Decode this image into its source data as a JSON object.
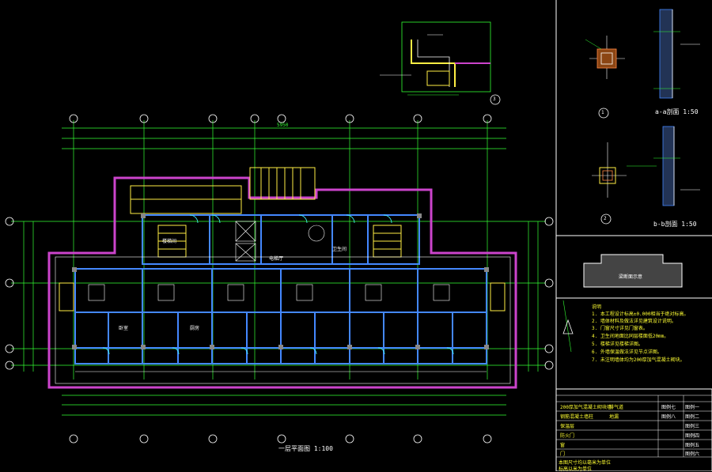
{
  "main_plan": {
    "title": "一层平面图",
    "scale": "1:100",
    "overall_dimension": "5950",
    "room_labels": [
      "楼梯间",
      "电梯厅",
      "卫生间",
      "卧室",
      "厨房"
    ]
  },
  "details": {
    "detail_3": {
      "number": "3"
    },
    "detail_1": {
      "number": "1"
    },
    "detail_2": {
      "number": "2"
    },
    "section_a": {
      "title": "a-a剖面 1:50"
    },
    "section_b": {
      "title": "b-b剖面 1:50"
    },
    "beam_section": {
      "label": "梁断面示意"
    }
  },
  "notes": {
    "heading": "说明",
    "lines": [
      "1. 本工程设计标高±0.000相当于绝对标高。",
      "2. 墙体材料及做法详见建筑设计说明。",
      "3. 门窗尺寸详见门窗表。",
      "4. 卫生间地面比同层楼面低20mm。",
      "5. 楼梯详见楼梯详图。",
      "6. 外墙保温做法详见节点详图。",
      "7. 未注明墙体均为200厚加气混凝土砌块。"
    ]
  },
  "legend": {
    "rows": [
      {
        "desc": "200厚加气混凝土砌块墙",
        "code": "图例一"
      },
      {
        "desc": "钢筋混凝土墙柱",
        "code": "图例二"
      },
      {
        "desc": "保温层",
        "code": "图例三"
      },
      {
        "desc": "防火门",
        "code": "图例四"
      },
      {
        "desc": "窗",
        "code": "图例五"
      },
      {
        "desc": "门",
        "code": "图例六"
      },
      {
        "desc": "排气道",
        "code": "图例七"
      },
      {
        "desc": "地漏",
        "code": "图例八"
      }
    ],
    "footer": [
      "本图尺寸均以毫米为单位",
      "标高以米为单位"
    ]
  },
  "colors": {
    "background": "#000000",
    "dim": "#33ff33",
    "wall": "#4488ff",
    "outline": "#cc44cc",
    "stair": "#ffee44",
    "text": "#ffffff",
    "section": "#8b4513"
  }
}
